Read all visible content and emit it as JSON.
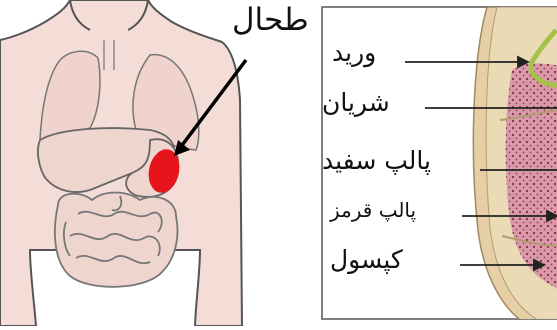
{
  "figure": {
    "organ_label": "طحال",
    "parts": [
      {
        "label": "ورید"
      },
      {
        "label": "شریان"
      },
      {
        "label": "پالپ سفید"
      },
      {
        "label": "پالپ قرمز"
      },
      {
        "label": "کپسول"
      }
    ]
  },
  "colors": {
    "skin": "#f4ddd6",
    "organs": "#eed6cf",
    "spleen": "#e8141c",
    "outline": "#555555",
    "tissue": "#e2c9a4",
    "red_pulp": "#d4879a",
    "vessel": "#a6c24a"
  }
}
